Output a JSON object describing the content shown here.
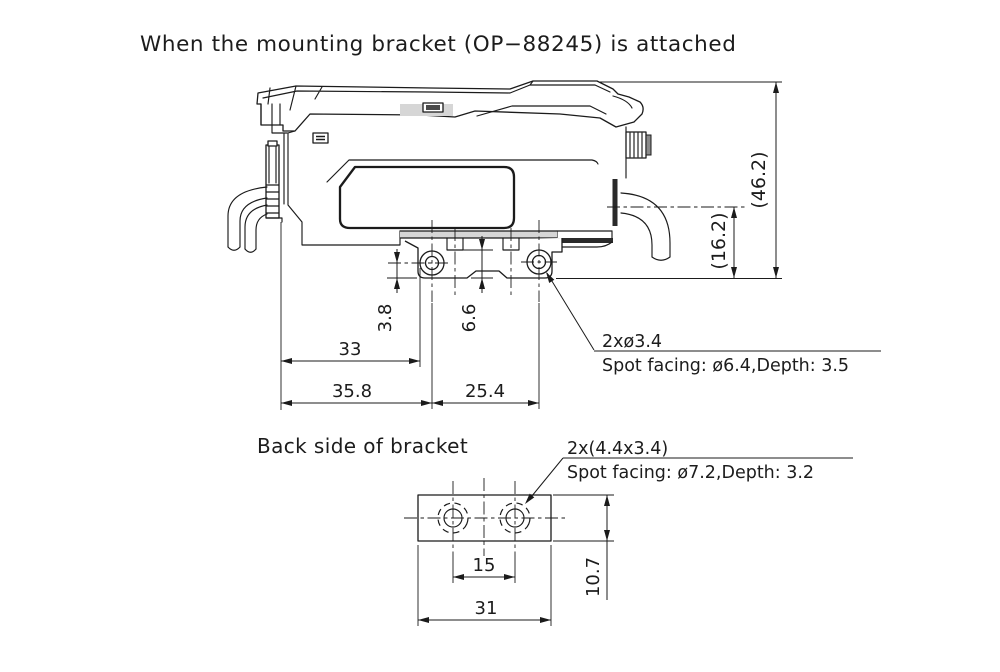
{
  "title": "When the mounting bracket (OP−88245) is attached",
  "main_view": {
    "dims": {
      "overall_height": "(46.2)",
      "cable_height": "(16.2)",
      "hole_to_bottom": "3.8",
      "body_to_bottom": "6.6",
      "left_to_hole_edge": "33",
      "left_to_hole_center": "35.8",
      "hole_pitch": "25.4"
    },
    "note": {
      "line1": "2xø3.4",
      "line2": "Spot facing: ø6.4,Depth: 3.5"
    }
  },
  "back_view": {
    "label": "Back side of bracket",
    "note": {
      "line1": "2x(4.4x3.4)",
      "line2": "Spot facing: ø7.2,Depth: 3.2"
    },
    "dims": {
      "hole_pitch": "15",
      "width": "31",
      "height": "10.7"
    }
  },
  "colors": {
    "line": "#1b1b1b",
    "background": "#ffffff"
  }
}
